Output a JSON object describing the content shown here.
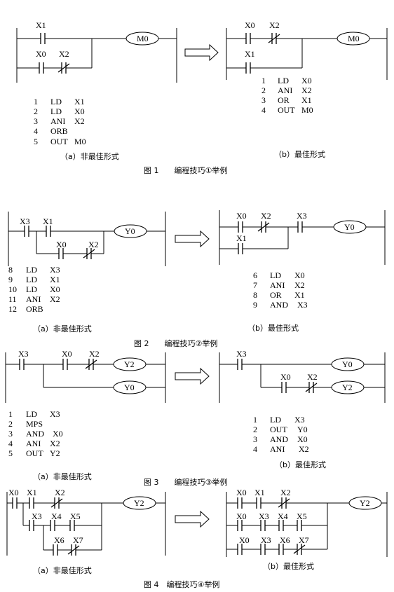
{
  "fig1": {
    "a": {
      "contacts": [
        "X1",
        "X0",
        "X2"
      ],
      "coil": "M0",
      "code": [
        [
          "1",
          "LD",
          "X1"
        ],
        [
          "2",
          "LD",
          "X0"
        ],
        [
          "3",
          "ANI",
          "X2"
        ],
        [
          "4",
          "ORB",
          ""
        ],
        [
          "5",
          "OUT",
          "M0"
        ]
      ],
      "caption": "（a）非最佳形式"
    },
    "b": {
      "contacts": [
        "X0",
        "X2",
        "X1"
      ],
      "coil": "M0",
      "code": [
        [
          "1",
          "LD",
          "X0"
        ],
        [
          "2",
          "ANI",
          "X2"
        ],
        [
          "3",
          "OR",
          "X1"
        ],
        [
          "4",
          "OUT",
          "M0"
        ]
      ],
      "caption": "（b）最佳形式"
    },
    "title": "图 1　　编程技巧①举例"
  },
  "fig2": {
    "a": {
      "contacts": [
        "X3",
        "X1",
        "X0",
        "X2"
      ],
      "coil": "Y0",
      "code": [
        [
          "8",
          "LD",
          "X3"
        ],
        [
          "9",
          "LD",
          "X1"
        ],
        [
          "10",
          "LD",
          "X0"
        ],
        [
          "11",
          "ANI",
          "X2"
        ],
        [
          "12",
          "ORB",
          ""
        ]
      ],
      "caption": "（a）非最佳形式"
    },
    "b": {
      "contacts": [
        "X0",
        "X2",
        "X3",
        "X1"
      ],
      "coil": "Y0",
      "code": [
        [
          "6",
          "LD",
          "X0"
        ],
        [
          "7",
          "ANI",
          "X2"
        ],
        [
          "8",
          "OR",
          "X1"
        ],
        [
          "9",
          "AND",
          "X3"
        ]
      ],
      "caption": "（b）最佳形式"
    },
    "title": "图 2　　编程技巧②举例"
  },
  "fig3": {
    "a": {
      "contacts": [
        "X3",
        "X0",
        "X2"
      ],
      "coils": [
        "Y2",
        "Y0"
      ],
      "code": [
        [
          "1",
          "LD",
          "X3"
        ],
        [
          "2",
          "MPS",
          ""
        ],
        [
          "3",
          "AND",
          "X0"
        ],
        [
          "4",
          "ANI",
          "X2"
        ],
        [
          "5",
          "OUT",
          "Y2"
        ]
      ],
      "caption": "（a）非最佳形式"
    },
    "b": {
      "contacts": [
        "X3",
        "X0",
        "X2"
      ],
      "coils": [
        "Y0",
        "Y2"
      ],
      "code": [
        [
          "1",
          "LD",
          "X3"
        ],
        [
          "2",
          "OUT",
          "Y0"
        ],
        [
          "3",
          "AND",
          "X0"
        ],
        [
          "4",
          "ANI",
          "X2"
        ]
      ],
      "caption": "（b）最佳形式"
    },
    "title": "图 3　　编程技巧③举例"
  },
  "fig4": {
    "a": {
      "contacts": [
        "X0",
        "X1",
        "X2",
        "X3",
        "X4",
        "X5",
        "X6",
        "X7"
      ],
      "coil": "Y2",
      "caption": "（a）非最佳形式"
    },
    "b": {
      "contacts": [
        "X0",
        "X1",
        "X2",
        "X0",
        "X3",
        "X4",
        "X5",
        "X0",
        "X3",
        "X6",
        "X7"
      ],
      "coil": "Y2",
      "caption": "（b）最佳形式"
    },
    "title": "图 4　编程技巧④举例"
  }
}
